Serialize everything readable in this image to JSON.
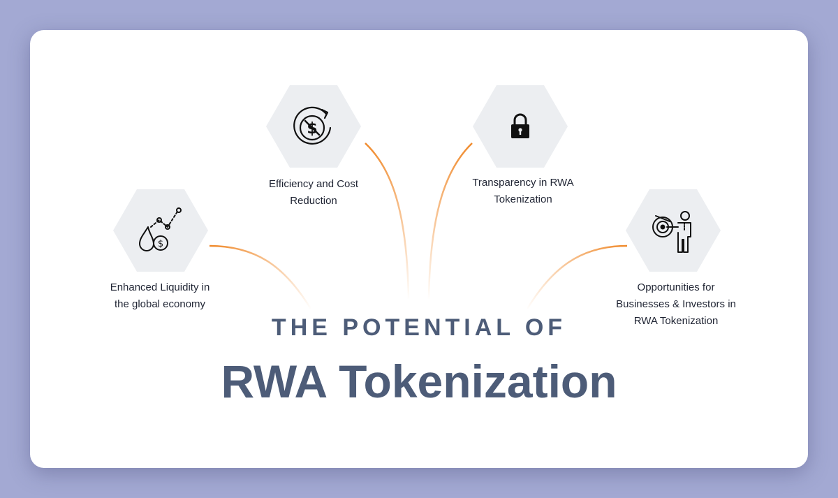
{
  "heading": {
    "subtitle": "THE POTENTIAL OF",
    "title": "RWA Tokenization"
  },
  "nodes": [
    {
      "label": "Enhanced Liquidity in\nthe global economy",
      "icon": "liquidity-growth-icon"
    },
    {
      "label": "Efficiency and Cost\nReduction",
      "icon": "cost-cycle-icon"
    },
    {
      "label": "Transparency in RWA\nTokenization",
      "icon": "lock-icon"
    },
    {
      "label": "Opportunities for\nBusinesses & Investors  in\nRWA Tokenization",
      "icon": "target-businessman-icon"
    }
  ],
  "colors": {
    "background": "#a3a9d3",
    "card": "#ffffff",
    "hexagon": "#eceef1",
    "connector": "#f08a2c",
    "heading": "#4d5c78",
    "label": "#1f2433"
  }
}
